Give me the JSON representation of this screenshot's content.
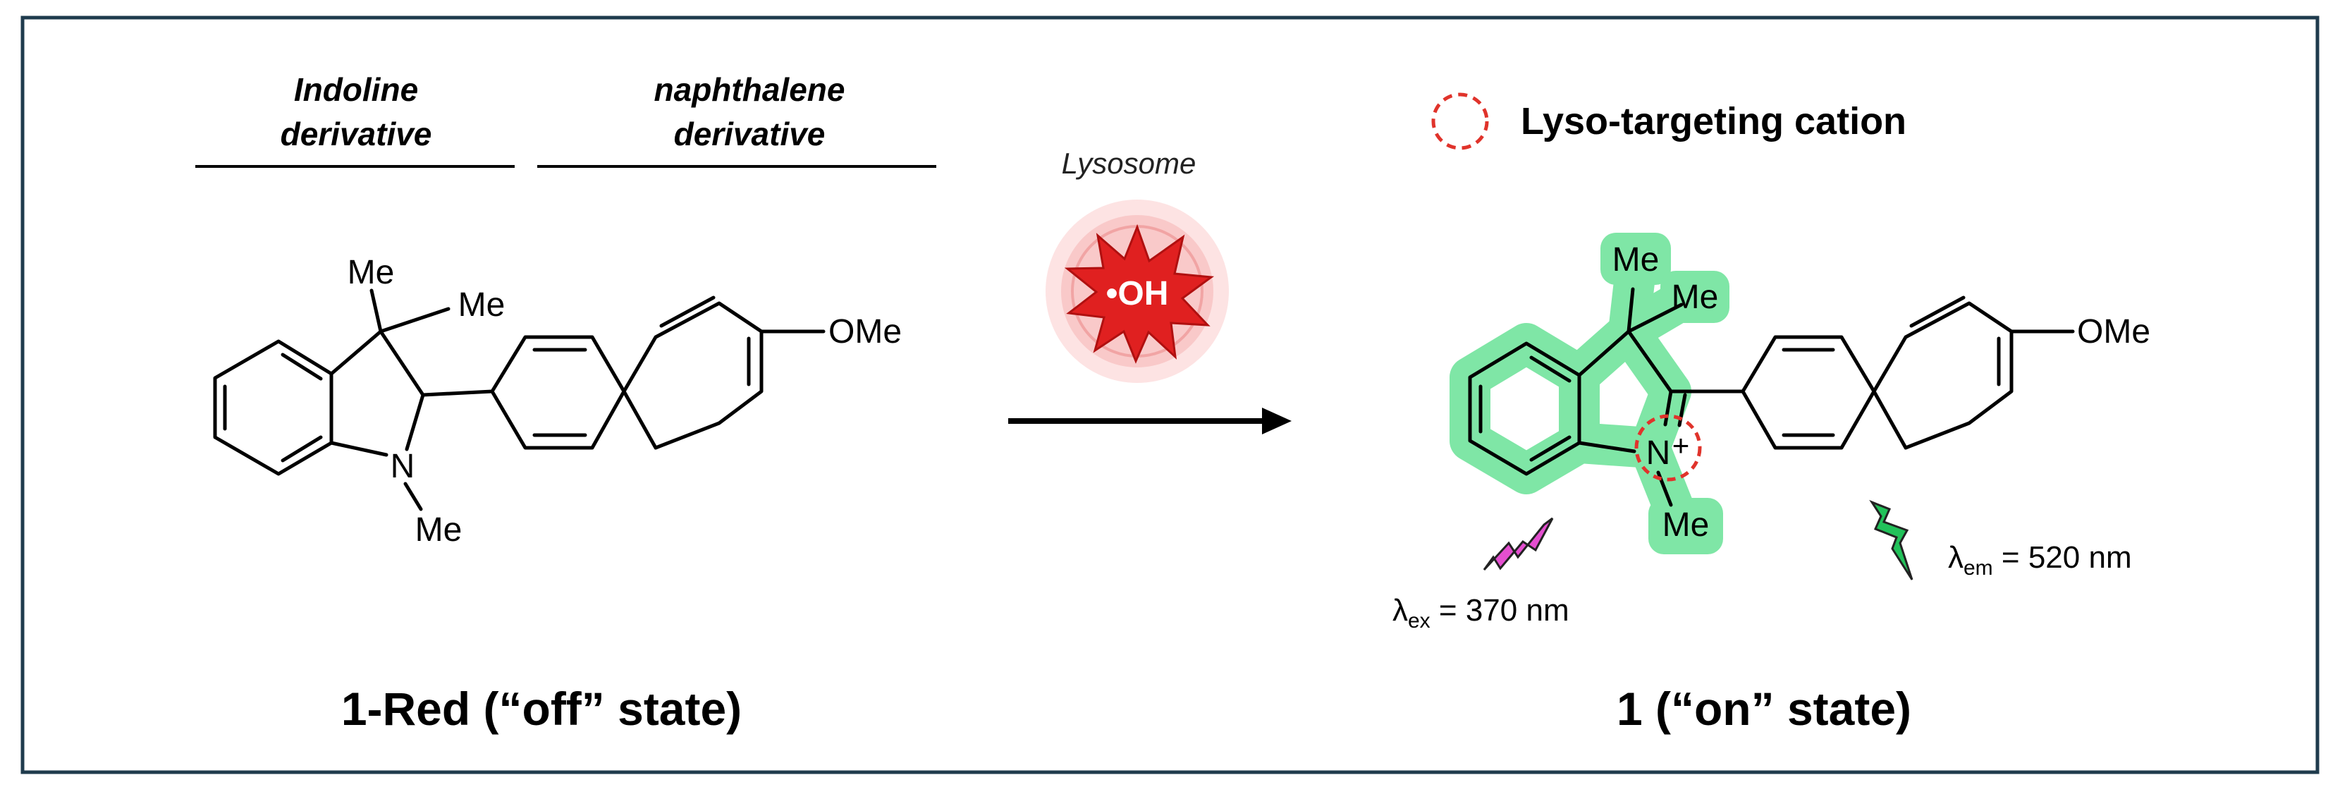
{
  "header": {
    "indoline_line1": "Indoline",
    "indoline_line2": "derivative",
    "naphthalene_line1": "naphthalene",
    "naphthalene_line2": "derivative"
  },
  "left_molecule": {
    "me_top": "Me",
    "me_right": "Me",
    "n_label": "N",
    "me_n": "Me",
    "ome": "OMe"
  },
  "reaction": {
    "condition": "Lysosome",
    "radical": "•OH"
  },
  "legend": {
    "label": "Lyso-targeting cation"
  },
  "right_molecule": {
    "me_top": "Me",
    "me_right": "Me",
    "n_label": "N",
    "plus": "+",
    "me_n": "Me",
    "ome": "OMe"
  },
  "spectra": {
    "ex_symbol": "λ",
    "ex_sub": "ex",
    "ex_value": " = 370 nm",
    "em_symbol": "λ",
    "em_sub": "em",
    "em_value": " = 520 nm"
  },
  "captions": {
    "left": "1-Red (“off” state)",
    "right": "1 (“on” state)"
  },
  "colors": {
    "frame": "#1f3b4d",
    "highlight": "#7fe6a6",
    "cation_circle": "#e0332b",
    "radical_burst": "#e02020",
    "excitation_bolt": "#e44fd0",
    "emission_bolt": "#22c25a"
  }
}
